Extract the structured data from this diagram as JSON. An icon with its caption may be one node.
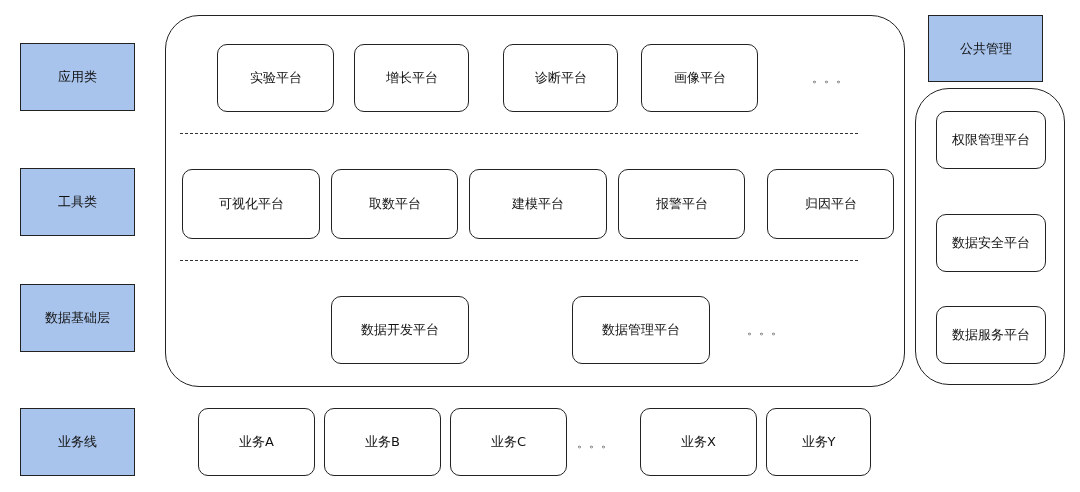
{
  "diagram": {
    "nodes": [
      {
        "text": [
          "应用类"
        ]
      },
      {
        "text": [
          "工具类"
        ]
      },
      {
        "text": [
          "数据基础层"
        ]
      },
      {
        "text": [
          "业务线"
        ]
      },
      {
        "text": [],
        "shape": "box"
      },
      {
        "text": [
          "实验平台"
        ],
        "in": 4
      },
      {
        "text": [
          "增长平台"
        ],
        "in": 4
      },
      {
        "text": [
          "诊断平台"
        ],
        "in": 4
      },
      {
        "text": [
          "画像平台"
        ],
        "in": 4
      },
      {
        "text": [
          "可视化平台"
        ],
        "in": 4
      },
      {
        "text": [
          "取数平台"
        ],
        "in": 4
      },
      {
        "text": [
          "建模平台"
        ],
        "in": 4
      },
      {
        "text": [
          "报警平台"
        ],
        "in": 4
      },
      {
        "text": [
          "归因平台"
        ],
        "in": 4
      },
      {
        "text": [
          "数据开发平台"
        ],
        "in": 4
      },
      {
        "text": [
          "数据管理平台"
        ],
        "in": 4
      },
      {
        "text": [
          "公共管理"
        ]
      },
      {
        "text": [],
        "shape": "box"
      },
      {
        "text": [
          "权限管理平台"
        ],
        "in": 17
      },
      {
        "text": [
          "数据安全平台"
        ],
        "in": 17
      },
      {
        "text": [
          "数据服务平台"
        ],
        "in": 17
      },
      {
        "text": [
          "业务A"
        ]
      },
      {
        "text": [
          "业务B"
        ]
      },
      {
        "text": [
          "业务C"
        ]
      },
      {
        "text": [
          "业务X"
        ]
      },
      {
        "text": [
          "业务Y"
        ]
      }
    ],
    "labels": [
      "。。。",
      "。。。",
      "。。。"
    ]
  }
}
